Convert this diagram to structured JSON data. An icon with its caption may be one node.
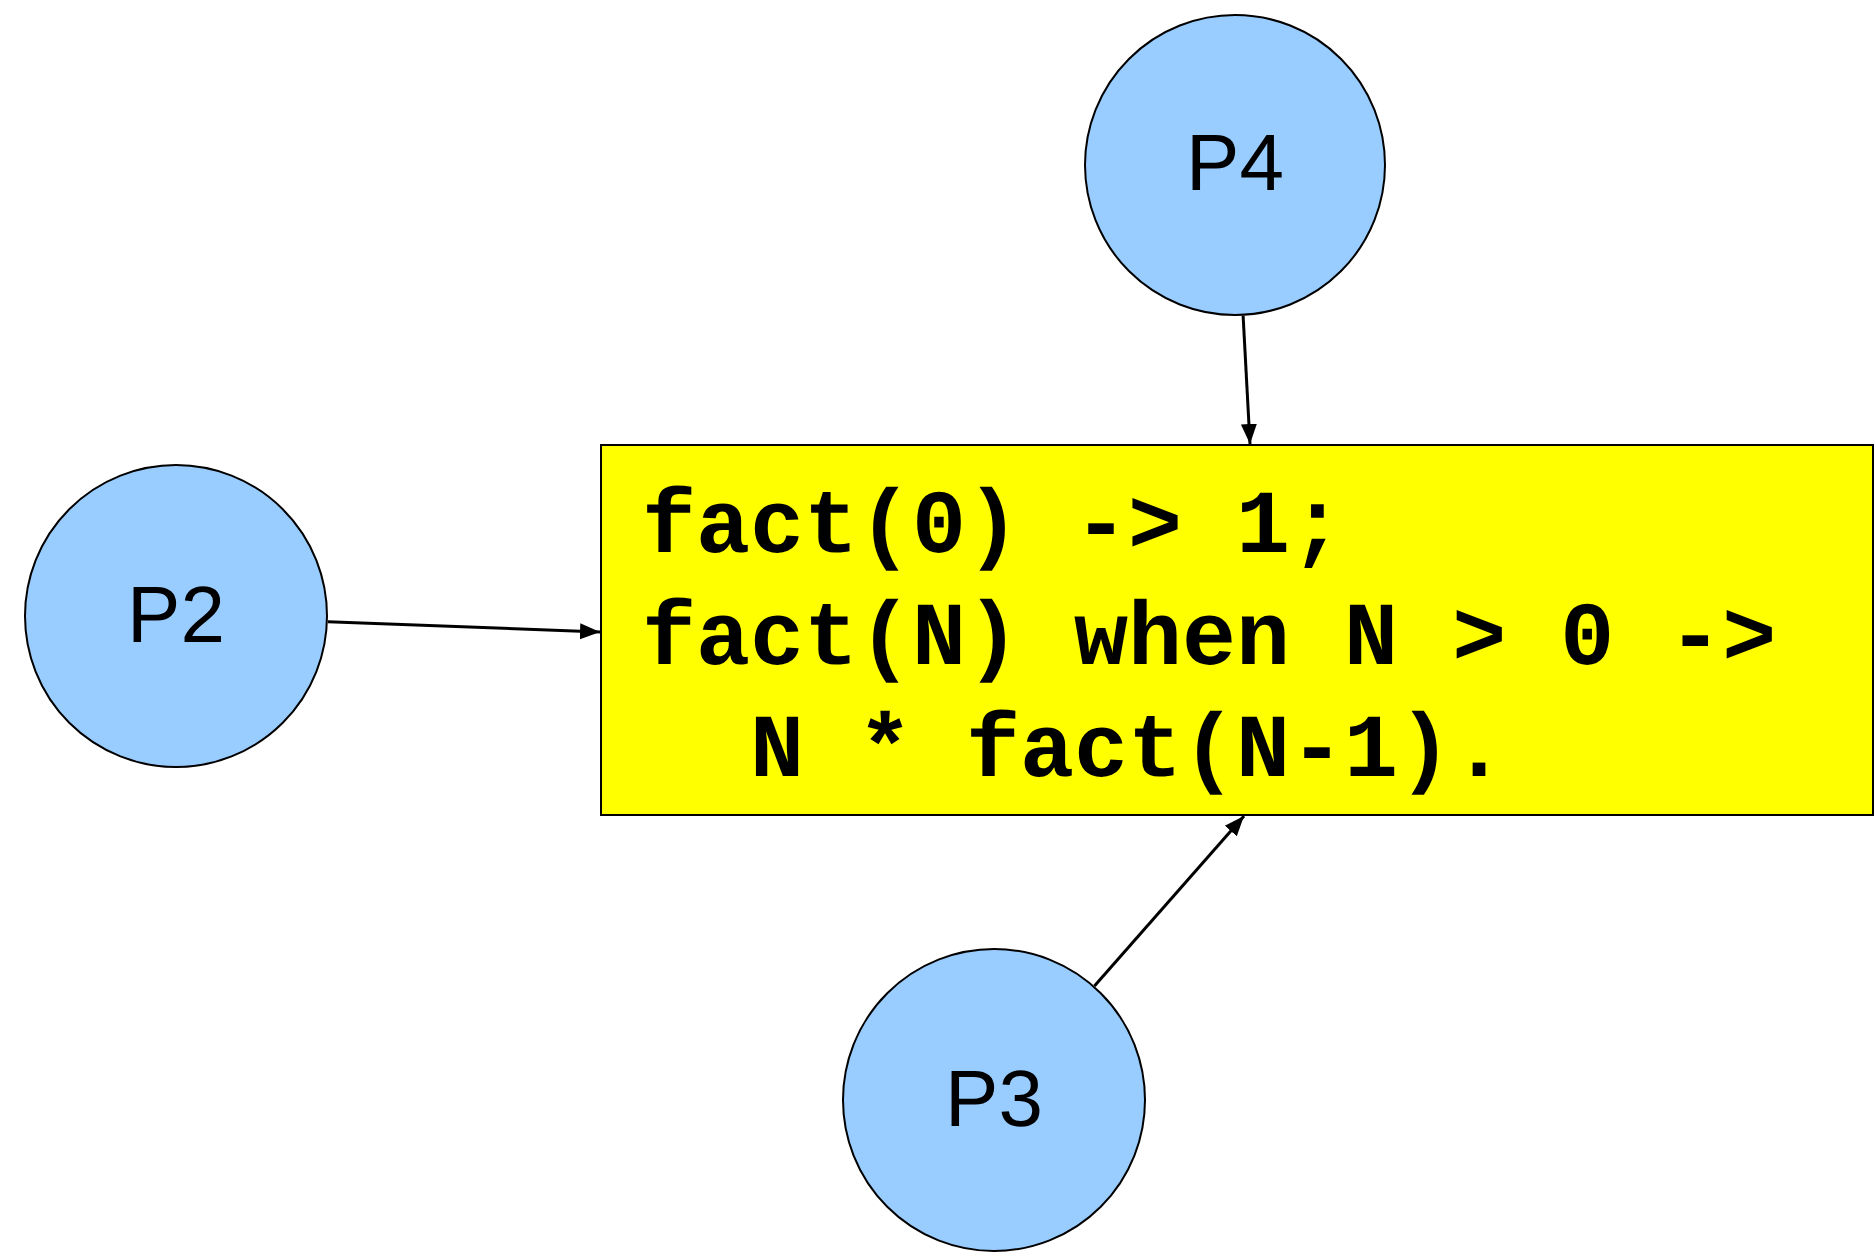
{
  "diagram": {
    "nodes": [
      {
        "text": [
          "P4"
        ]
      },
      {
        "text": [
          "P2"
        ]
      },
      {
        "text": [
          "fact(0) -> 1;",
          "fact(N) when N > 0 ->",
          "N * fact(N-1)."
        ]
      },
      {
        "text": [
          "P3"
        ]
      }
    ],
    "edges": [
      {
        "from": 0,
        "to": 2,
        "arrow": "to"
      },
      {
        "from": 1,
        "to": 2,
        "arrow": "to"
      },
      {
        "from": 3,
        "to": 2,
        "arrow": "to"
      }
    ]
  }
}
